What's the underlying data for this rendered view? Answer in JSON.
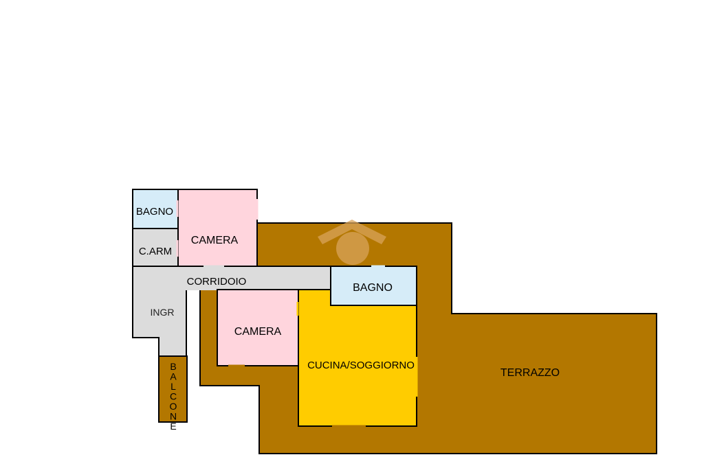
{
  "colors": {
    "terrace": "#b37700",
    "kitchen": "#ffcc00",
    "bedroom": "#ffd5dd",
    "bathroom": "#d6ecf8",
    "service": "#dcdcdc",
    "wall": "#000000",
    "logo": "#d9a35a"
  },
  "rooms": {
    "bagno_1": "BAGNO",
    "camera_1": "CAMERA",
    "c_arm": "C.ARM",
    "corridoio": "CORRIDOIO",
    "bagno_2": "BAGNO",
    "ingr": "INGR",
    "camera_2": "CAMERA",
    "cucina": "CUCINA/SOGGIORNO",
    "terrazzo": "TERRAZZO",
    "balcone": [
      "B",
      "A",
      "L",
      "C",
      "O",
      "N",
      "E"
    ]
  },
  "watermark": {
    "icon": "house-logo-icon"
  }
}
